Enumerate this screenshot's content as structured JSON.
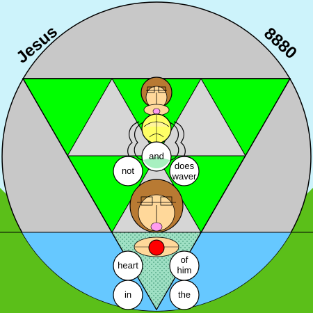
{
  "corner_labels": {
    "left": "Jesus",
    "right": "8880"
  },
  "word_circles": {
    "and": "and",
    "not": "not",
    "does": "does",
    "waver": "waver",
    "heart": "heart",
    "of": "of",
    "him": "him",
    "in": "in",
    "the": "the"
  },
  "colors": {
    "sky": "#cdf3fb",
    "grass": "#5bbf19",
    "circle_fill": "#c8c8c8",
    "triangle_green": "#00ff00",
    "water": "#66c8ff",
    "face_brown": "#b87a33",
    "face_skin": "#ffd89a",
    "halo_yellow": "#ffff66",
    "heart_red": "#ff0000",
    "outline": "#000000"
  },
  "icons": [
    "sun-circle-icon",
    "triangle-icon",
    "face-icon",
    "heart-icon",
    "water-icon"
  ]
}
